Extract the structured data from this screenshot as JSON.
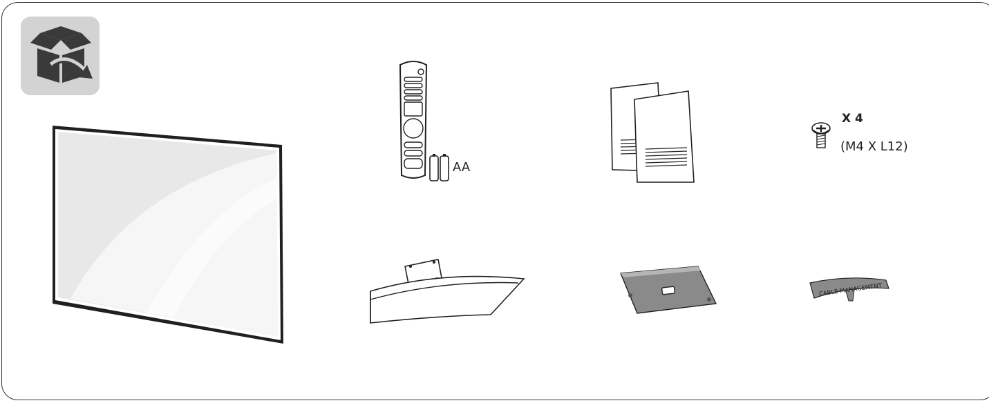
{
  "box_icon": "unboxing-icon",
  "colors": {
    "line": "#231f20",
    "icon_bg": "#d3d3d3",
    "part_fill": "#8a8a8a"
  },
  "items": [
    {
      "name": "tv-panel",
      "icon": "tv-panel-icon"
    },
    {
      "name": "remote",
      "icon": "remote-control-icon",
      "battery_label": "AA"
    },
    {
      "name": "manuals",
      "icon": "manual-booklets-icon"
    },
    {
      "name": "screws",
      "icon": "screw-icon",
      "quantity": "X 4",
      "spec": "(M4 X L12)"
    },
    {
      "name": "stand",
      "icon": "stand-base-icon"
    },
    {
      "name": "stand-cover",
      "icon": "stand-cover-icon"
    },
    {
      "name": "cable-management",
      "icon": "cable-management-clip-icon",
      "clip_text": "CABLE MANAGEMENT"
    }
  ]
}
